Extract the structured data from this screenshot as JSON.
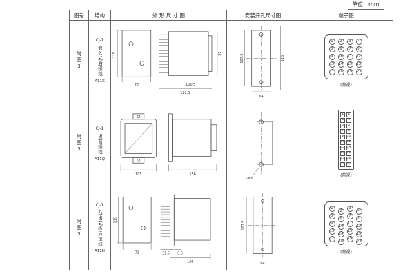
{
  "page": {
    "unit_label": "单位：mm"
  },
  "table": {
    "headers": {
      "fig": "图号",
      "structure": "结构",
      "outline": "外 形 尺 寸 图",
      "mounting": "安装开孔尺寸图",
      "terminal": "端子图"
    },
    "rows": [
      {
        "fig_no": "附图3",
        "model": "CJ-1",
        "structure": "嵌入式后接线",
        "code": "A11K",
        "dims": {
          "front_h": "115",
          "front_w": "72",
          "body_d": "100.5",
          "total_d": "122.5",
          "side_h": "91"
        },
        "mount": {
          "v1": "107.5",
          "v2": "115",
          "h": "64"
        },
        "terminal_label": "(背视)",
        "terminals": [
          1,
          2,
          3,
          4,
          5,
          6,
          7,
          8,
          9,
          10,
          11,
          12,
          13,
          14,
          15,
          16,
          17,
          18,
          19,
          20
        ]
      },
      {
        "fig_no": "附图3",
        "model": "CJ-1",
        "structure": "板前接线",
        "code": "A11Q",
        "dims": {
          "front_w": "105",
          "total_d": "156"
        },
        "mount": {
          "holes": "2-Φ5"
        },
        "terminal_label": "(前视)",
        "terminals": [
          1,
          2,
          3,
          4,
          5,
          6,
          7,
          8,
          9,
          10,
          11,
          12,
          13,
          14,
          15,
          16,
          17,
          18,
          19,
          20
        ]
      },
      {
        "fig_no": "附图3",
        "model": "CJ-1",
        "structure": "凸出式板后接线",
        "code": "A11H",
        "dims": {
          "front_h": "115",
          "front_w": "72",
          "pin_l": "31.5",
          "panel_t": "9.5",
          "total_d": "126"
        },
        "mount": {
          "v1": "107.5",
          "h": "64"
        },
        "terminal_label": "(背视)",
        "terminals": [
          1,
          2,
          3,
          4,
          5,
          6,
          7,
          8,
          9,
          10,
          11,
          12,
          13,
          14,
          15,
          16,
          17,
          18,
          19,
          20
        ]
      }
    ]
  }
}
